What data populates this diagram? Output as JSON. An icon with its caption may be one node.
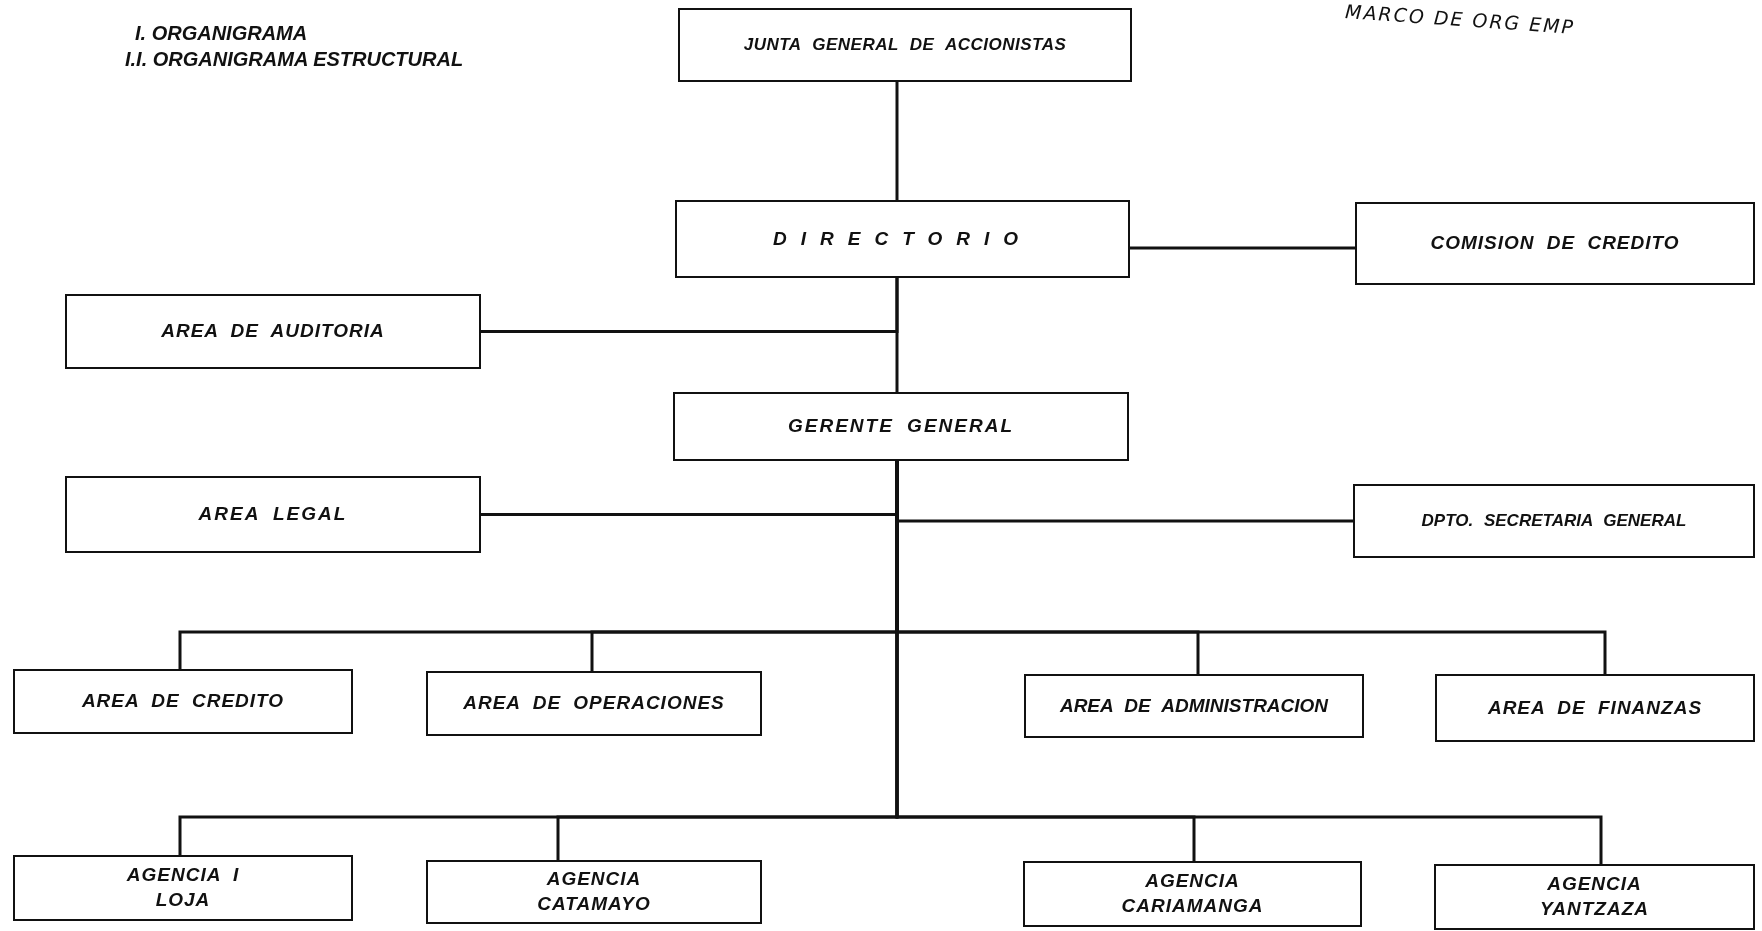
{
  "diagram": {
    "nodes": [
      {
        "text": [
          "JUNTA GENERAL DE ACCIONISTAS"
        ]
      },
      {
        "text": [
          "DIRECTORIO"
        ]
      },
      {
        "text": [
          "COMISION DE CREDITO"
        ]
      },
      {
        "text": [
          "AREA DE AUDITORIA"
        ]
      },
      {
        "text": [
          "GERENTE GENERAL"
        ]
      },
      {
        "text": [
          "AREA LEGAL"
        ]
      },
      {
        "text": [
          "DPTO. SECRETARIA GENERAL"
        ]
      },
      {
        "text": [
          "AREA DE CREDITO"
        ]
      },
      {
        "text": [
          "AREA DE OPERACIONES"
        ]
      },
      {
        "text": [
          "AREA DE ADMINISTRACION"
        ]
      },
      {
        "text": [
          "AREA DE FINANZAS"
        ]
      },
      {
        "text": [
          "AGENCIA I LOJA"
        ]
      },
      {
        "text": [
          "AGENCIA CATAMAYO"
        ]
      },
      {
        "text": [
          "AGENCIA CARIAMANGA"
        ]
      },
      {
        "text": [
          "AGENCIA YANTZAZA"
        ]
      }
    ],
    "edges": [
      {
        "from": 0,
        "to": 1,
        "arrow": "none"
      },
      {
        "from": 1,
        "to": 2,
        "arrow": "none"
      },
      {
        "from": 1,
        "to": 4,
        "arrow": "none"
      },
      {
        "from": 1,
        "to": 3,
        "arrow": "none"
      },
      {
        "from": 4,
        "to": 5,
        "arrow": "none"
      },
      {
        "from": 4,
        "to": 6,
        "arrow": "none"
      },
      {
        "from": 4,
        "to": 7,
        "arrow": "none"
      },
      {
        "from": 4,
        "to": 8,
        "arrow": "none"
      },
      {
        "from": 4,
        "to": 9,
        "arrow": "none"
      },
      {
        "from": 4,
        "to": 10,
        "arrow": "none"
      },
      {
        "from": 4,
        "to": 11,
        "arrow": "none"
      },
      {
        "from": 4,
        "to": 12,
        "arrow": "none"
      },
      {
        "from": 4,
        "to": 13,
        "arrow": "none"
      },
      {
        "from": 4,
        "to": 14,
        "arrow": "none"
      }
    ],
    "labels": [
      "I. ORGANIGRAMA",
      "I.I. ORGANIGRAMA ESTRUCTURAL",
      "MARCO DE ORG EMP"
    ]
  }
}
